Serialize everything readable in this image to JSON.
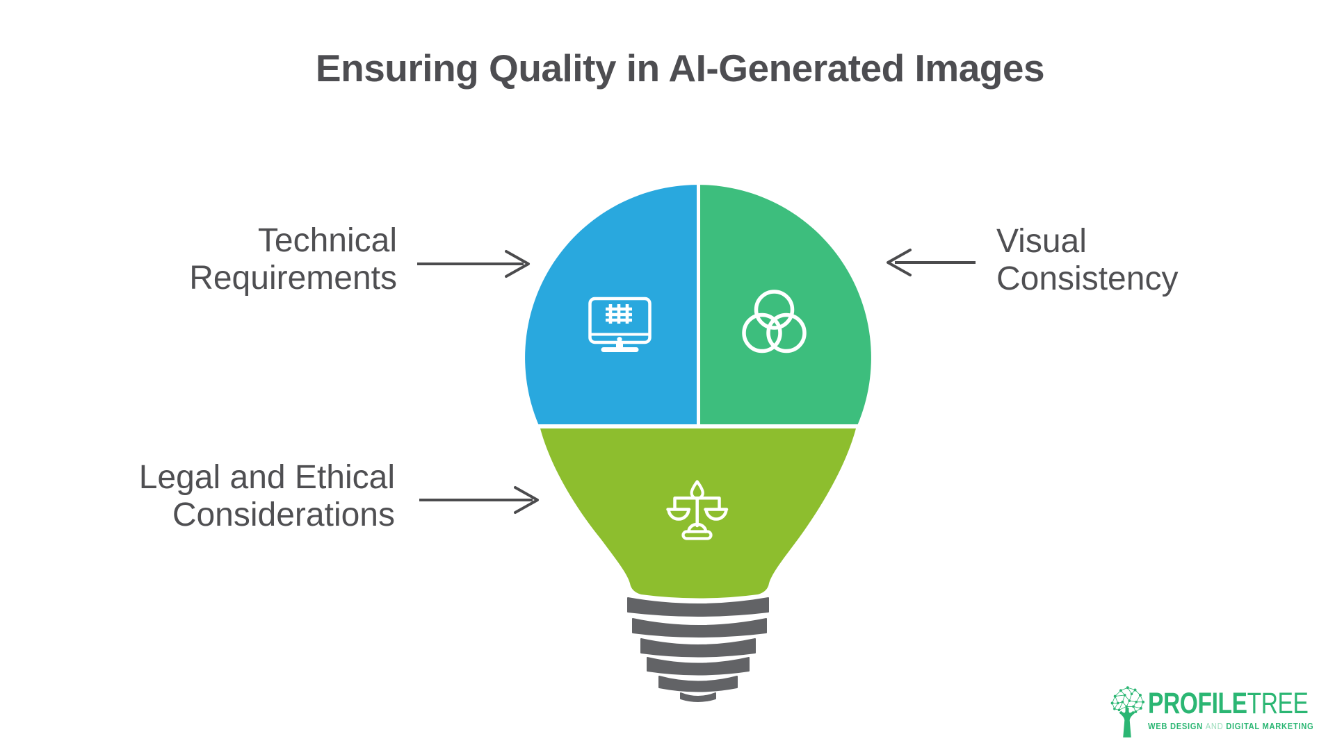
{
  "title": "Ensuring Quality in AI-Generated Images",
  "labels": {
    "technical": {
      "line1": "Technical",
      "line2": "Requirements"
    },
    "visual": {
      "line1": "Visual",
      "line2": "Consistency"
    },
    "legal": {
      "line1": "Legal and Ethical",
      "line2": "Considerations"
    }
  },
  "bulb": {
    "segments": [
      {
        "id": "technical-requirements",
        "position": "top-left",
        "icon": "monitor-grid-icon"
      },
      {
        "id": "visual-consistency",
        "position": "top-right",
        "icon": "color-circles-icon"
      },
      {
        "id": "legal-ethical",
        "position": "bottom",
        "icon": "scales-icon"
      }
    ]
  },
  "logo": {
    "brand_primary": "PROFILE",
    "brand_secondary": "TREE",
    "tagline_part1": "WEB DESIGN",
    "tagline_and": "AND",
    "tagline_part2": "DIGITAL MARKETING"
  },
  "colors": {
    "background": "#FFFFFF",
    "title-text": "#4D4D51",
    "label-text": "#4F4F52",
    "arrow": "#4B4B4D",
    "segment-blue": "#29A8DE",
    "segment-green": "#3DBE7D",
    "segment-lime": "#8DBE2E",
    "bulb-base-gray": "#626366",
    "icon-white": "#FFFFFF",
    "brand-green": "#2BB673",
    "brand-green-light": "#9BDCBB"
  }
}
